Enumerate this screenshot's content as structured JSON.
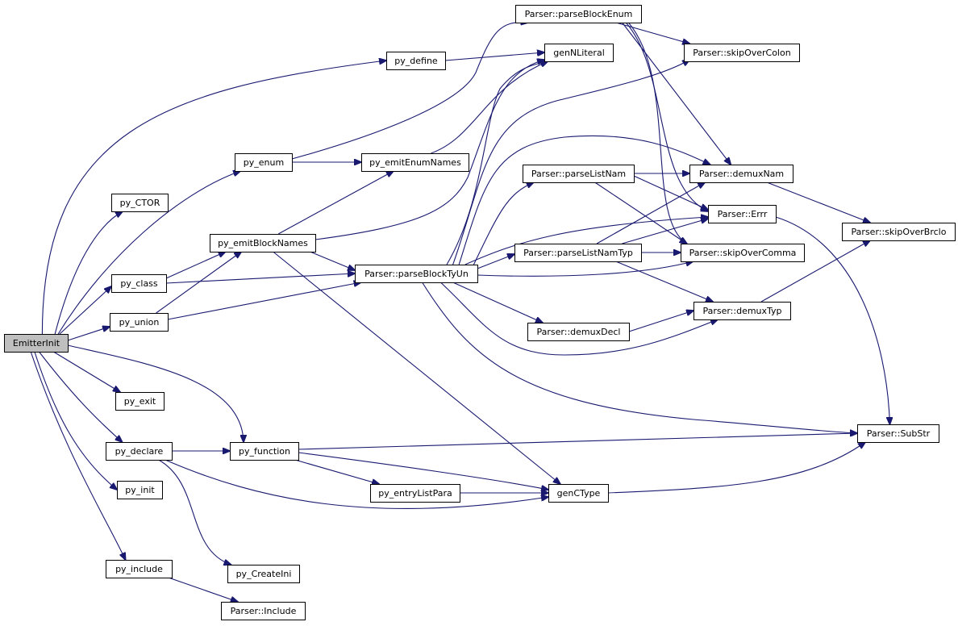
{
  "graph": {
    "edge_color": "#191970",
    "root_fill": "#bfbfbf",
    "nodes": [
      {
        "id": "EmitterInit",
        "label": "EmitterInit",
        "root": true
      },
      {
        "id": "py_define",
        "label": "py_define"
      },
      {
        "id": "py_enum",
        "label": "py_enum"
      },
      {
        "id": "py_CTOR",
        "label": "py_CTOR"
      },
      {
        "id": "py_emitBlockNames",
        "label": "py_emitBlockNames"
      },
      {
        "id": "py_class",
        "label": "py_class"
      },
      {
        "id": "py_union",
        "label": "py_union"
      },
      {
        "id": "py_exit",
        "label": "py_exit"
      },
      {
        "id": "py_declare",
        "label": "py_declare"
      },
      {
        "id": "py_function",
        "label": "py_function"
      },
      {
        "id": "py_init",
        "label": "py_init"
      },
      {
        "id": "py_include",
        "label": "py_include"
      },
      {
        "id": "py_CreateIni",
        "label": "py_CreateIni"
      },
      {
        "id": "Parser_Include",
        "label": "Parser::Include"
      },
      {
        "id": "py_emitEnumNames",
        "label": "py_emitEnumNames"
      },
      {
        "id": "py_entryListPara",
        "label": "py_entryListPara"
      },
      {
        "id": "Parser_parseBlockEnum",
        "label": "Parser::parseBlockEnum"
      },
      {
        "id": "genNLiteral",
        "label": "genNLiteral"
      },
      {
        "id": "Parser_parseBlockTyUn",
        "label": "Parser::parseBlockTyUn"
      },
      {
        "id": "Parser_parseListNam",
        "label": "Parser::parseListNam"
      },
      {
        "id": "Parser_parseListNamTyp",
        "label": "Parser::parseListNamTyp"
      },
      {
        "id": "Parser_demuxDecl",
        "label": "Parser::demuxDecl"
      },
      {
        "id": "genCType",
        "label": "genCType"
      },
      {
        "id": "Parser_skipOverColon",
        "label": "Parser::skipOverColon"
      },
      {
        "id": "Parser_demuxNam",
        "label": "Parser::demuxNam"
      },
      {
        "id": "Parser_Errr",
        "label": "Parser::Errr"
      },
      {
        "id": "Parser_skipOverComma",
        "label": "Parser::skipOverComma"
      },
      {
        "id": "Parser_demuxTyp",
        "label": "Parser::demuxTyp"
      },
      {
        "id": "Parser_skipOverBrclo",
        "label": "Parser::skipOverBrclo"
      },
      {
        "id": "Parser_SubStr",
        "label": "Parser::SubStr"
      }
    ],
    "edges": [
      [
        "EmitterInit",
        "py_define"
      ],
      [
        "EmitterInit",
        "py_enum"
      ],
      [
        "EmitterInit",
        "py_CTOR"
      ],
      [
        "EmitterInit",
        "py_class"
      ],
      [
        "EmitterInit",
        "py_union"
      ],
      [
        "EmitterInit",
        "py_exit"
      ],
      [
        "EmitterInit",
        "py_declare"
      ],
      [
        "EmitterInit",
        "py_function"
      ],
      [
        "EmitterInit",
        "py_init"
      ],
      [
        "EmitterInit",
        "py_include"
      ],
      [
        "py_define",
        "genNLiteral"
      ],
      [
        "py_enum",
        "Parser_parseBlockEnum"
      ],
      [
        "py_enum",
        "py_emitEnumNames"
      ],
      [
        "py_emitEnumNames",
        "genNLiteral"
      ],
      [
        "py_emitBlockNames",
        "py_emitEnumNames"
      ],
      [
        "py_emitBlockNames",
        "genNLiteral"
      ],
      [
        "py_emitBlockNames",
        "Parser_parseBlockTyUn"
      ],
      [
        "py_emitBlockNames",
        "genCType"
      ],
      [
        "py_class",
        "py_emitBlockNames"
      ],
      [
        "py_class",
        "Parser_parseBlockTyUn"
      ],
      [
        "py_union",
        "py_emitBlockNames"
      ],
      [
        "py_union",
        "Parser_parseBlockTyUn"
      ],
      [
        "py_declare",
        "py_function"
      ],
      [
        "py_declare",
        "genCType"
      ],
      [
        "py_declare",
        "py_CreateIni"
      ],
      [
        "py_function",
        "py_entryListPara"
      ],
      [
        "py_function",
        "genCType"
      ],
      [
        "py_function",
        "Parser_SubStr"
      ],
      [
        "py_entryListPara",
        "genCType"
      ],
      [
        "py_include",
        "Parser_Include"
      ],
      [
        "genCType",
        "Parser_SubStr"
      ],
      [
        "Parser_parseBlockEnum",
        "Parser_skipOverColon"
      ],
      [
        "Parser_parseBlockEnum",
        "Parser_demuxNam"
      ],
      [
        "Parser_parseBlockEnum",
        "Parser_Errr"
      ],
      [
        "Parser_parseBlockEnum",
        "Parser_skipOverComma"
      ],
      [
        "Parser_parseBlockTyUn",
        "Parser_parseListNam"
      ],
      [
        "Parser_parseBlockTyUn",
        "Parser_parseListNamTyp"
      ],
      [
        "Parser_parseBlockTyUn",
        "Parser_demuxDecl"
      ],
      [
        "Parser_parseBlockTyUn",
        "Parser_skipOverColon"
      ],
      [
        "Parser_parseBlockTyUn",
        "Parser_demuxNam"
      ],
      [
        "Parser_parseBlockTyUn",
        "Parser_Errr"
      ],
      [
        "Parser_parseBlockTyUn",
        "Parser_skipOverComma"
      ],
      [
        "Parser_parseBlockTyUn",
        "Parser_demuxTyp"
      ],
      [
        "Parser_parseBlockTyUn",
        "Parser_SubStr"
      ],
      [
        "Parser_parseBlockTyUn",
        "genNLiteral"
      ],
      [
        "Parser_parseListNam",
        "Parser_demuxNam"
      ],
      [
        "Parser_parseListNam",
        "Parser_Errr"
      ],
      [
        "Parser_parseListNam",
        "Parser_skipOverComma"
      ],
      [
        "Parser_parseListNamTyp",
        "Parser_demuxNam"
      ],
      [
        "Parser_parseListNamTyp",
        "Parser_Errr"
      ],
      [
        "Parser_parseListNamTyp",
        "Parser_skipOverComma"
      ],
      [
        "Parser_parseListNamTyp",
        "Parser_demuxTyp"
      ],
      [
        "Parser_demuxDecl",
        "Parser_demuxTyp"
      ],
      [
        "Parser_demuxNam",
        "Parser_skipOverBrclo"
      ],
      [
        "Parser_demuxTyp",
        "Parser_skipOverBrclo"
      ],
      [
        "Parser_Errr",
        "Parser_SubStr"
      ]
    ]
  }
}
